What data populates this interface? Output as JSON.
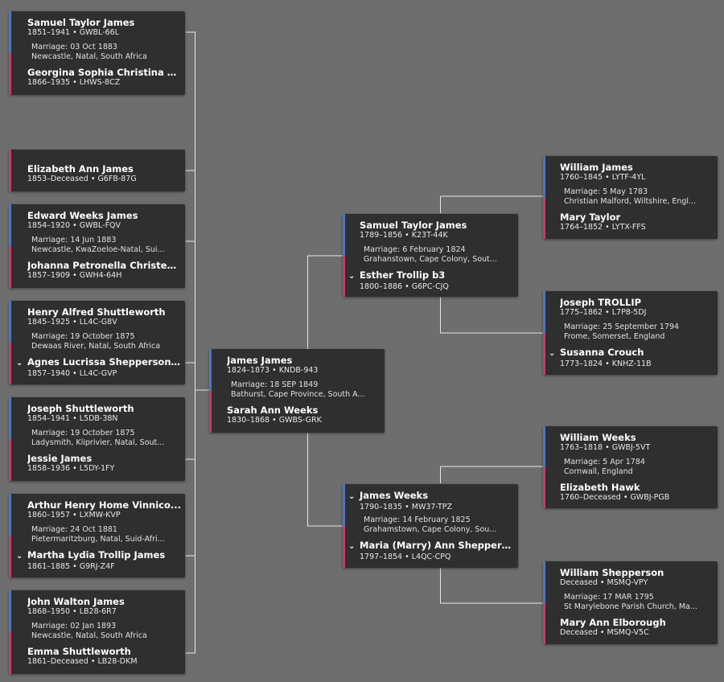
{
  "colors": {
    "background": "#6e6e6e",
    "card": "#2f2f2f",
    "male": "#4a78c4",
    "female": "#c43c6a",
    "line": "#e6e6e6"
  },
  "icons": {
    "expand": "chevron-down-icon"
  },
  "children": [
    {
      "p1": {
        "name": "Samuel Taylor James",
        "sub": "1851–1941 • GWBL-66L"
      },
      "marriage": {
        "date": "Marriage: 03 Oct 1883",
        "place": "Newcastle, Natal, South Africa"
      },
      "p2": {
        "name": "Georgina Sophia Christina Di...",
        "sub": "1866–1935 • LHWS-8CZ"
      }
    },
    {
      "p1": {
        "name": "Elizabeth Ann James",
        "sub": "1853–Deceased • G6FB-87G"
      }
    },
    {
      "p1": {
        "name": "Edward Weeks James",
        "sub": "1854–1920 • GWBL-FQV"
      },
      "marriage": {
        "date": "Marriage: 14 Jun 1883",
        "place": "Newcastle, KwaZoeloe-Natal, Sui..."
      },
      "p2": {
        "name": "Johanna Petronella Christen...",
        "sub": "1857–1909 • GWH4-64H"
      }
    },
    {
      "p1": {
        "name": "Henry Alfred Shuttleworth",
        "sub": "1845–1925 • LL4C-G8V"
      },
      "marriage": {
        "date": "Marriage: 19 October 1875",
        "place": "Dewaas River, Natal, South Africa"
      },
      "p2": {
        "name": "Agnes Lucrissa Shepperson ...",
        "sub": "1857–1940 • LL4C-GVP"
      }
    },
    {
      "p1": {
        "name": "Joseph Shuttleworth",
        "sub": "1854–1941 • L5DB-38N"
      },
      "marriage": {
        "date": "Marriage: 19 October 1875",
        "place": "Ladysmith, Kliprivier, Natal, Sout..."
      },
      "p2": {
        "name": "Jessie James",
        "sub": "1858–1936 • L5DY-1FY"
      }
    },
    {
      "p1": {
        "name": "Arthur Henry Home Vinnico...",
        "sub": "1860–1957 • LXMW-KVP"
      },
      "marriage": {
        "date": "Marriage: 24 Oct 1881",
        "place": "Pietermaritzburg, Natal, Suid-Afri..."
      },
      "p2": {
        "name": "Martha Lydia Trollip James",
        "sub": "1861–1885 • G9RJ-Z4F"
      }
    },
    {
      "p1": {
        "name": "John Walton James",
        "sub": "1868–1950 • LB28-6R7"
      },
      "marriage": {
        "date": "Marriage: 02 Jan 1893",
        "place": "Newcastle, Natal, South Africa"
      },
      "p2": {
        "name": "Emma Shuttleworth",
        "sub": "1861–Deceased • LB28-DKM"
      }
    }
  ],
  "focus": {
    "p1": {
      "name": "James James",
      "sub": "1824–1873 • KNDB-943"
    },
    "marriage": {
      "date": "Marriage: 18 SEP 1849",
      "place": "Bathurst, Cape Province, South A..."
    },
    "p2": {
      "name": "Sarah Ann Weeks",
      "sub": "1830–1868 • GWBS-GRK"
    }
  },
  "parents": [
    {
      "p1": {
        "name": "Samuel Taylor James",
        "sub": "1789–1856 • K23T-44K"
      },
      "marriage": {
        "date": "Marriage: 6 February 1824",
        "place": "Grahanstown, Cape Colony, Sout..."
      },
      "p2": {
        "name": "Esther Trollip b3",
        "sub": "1800–1886 • G6PC-CJQ"
      }
    },
    {
      "p1": {
        "name": "James Weeks",
        "sub": "1790–1835 • MW37-TPZ"
      },
      "marriage": {
        "date": "Marriage: 14 February 1825",
        "place": "Grahamstown, Cape Colony, Sou..."
      },
      "p2": {
        "name": "Maria (Marry) Ann Sheppers...",
        "sub": "1797–1854 • L4QC-CPQ"
      }
    }
  ],
  "grandparents": [
    {
      "p1": {
        "name": "William James",
        "sub": "1760–1845 • LYTF-4YL"
      },
      "marriage": {
        "date": "Marriage: 5 May 1783",
        "place": "Christian Malford, Wiltshire, Engl..."
      },
      "p2": {
        "name": "Mary Taylor",
        "sub": "1764–1852 • LYTX-FFS"
      }
    },
    {
      "p1": {
        "name": "Joseph TROLLIP",
        "sub": "1775–1862 • L7P8-5DJ"
      },
      "marriage": {
        "date": "Marriage: 25 September 1794",
        "place": "Frome, Somerset, England"
      },
      "p2": {
        "name": "Susanna Crouch",
        "sub": "1773–1824 • KNHZ-11B"
      }
    },
    {
      "p1": {
        "name": "William Weeks",
        "sub": "1763–1818 • GWBJ-5VT"
      },
      "marriage": {
        "date": "Marriage: 5 Apr 1784",
        "place": "Cornwall, England"
      },
      "p2": {
        "name": "Elizabeth Hawk",
        "sub": "1760–Deceased • GWBJ-PGB"
      }
    },
    {
      "p1": {
        "name": "William Shepperson",
        "sub": "Deceased • MSMQ-VPY"
      },
      "marriage": {
        "date": "Marriage: 17 MAR 1795",
        "place": "St Marylebone Parish Church, Ma..."
      },
      "p2": {
        "name": "Mary Ann Elborough",
        "sub": "Deceased • MSMQ-V5C"
      }
    }
  ]
}
